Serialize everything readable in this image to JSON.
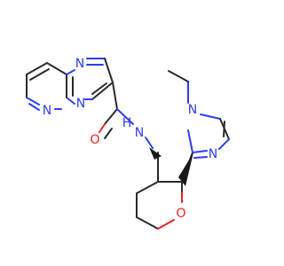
{
  "colors": {
    "bond": "#2a2a2a",
    "nitrogen": "#2f3cf0",
    "oxygen": "#f02020",
    "background": "#ffffff"
  },
  "atoms": {
    "n_bridge": "N",
    "n_pyridazine": "N",
    "n_imidazo_top": "N",
    "n_amide": "N",
    "h_amide": "H",
    "o_carbonyl": "O",
    "n_ethyl": "N",
    "n_imidazole": "N",
    "o_ring": "O"
  }
}
